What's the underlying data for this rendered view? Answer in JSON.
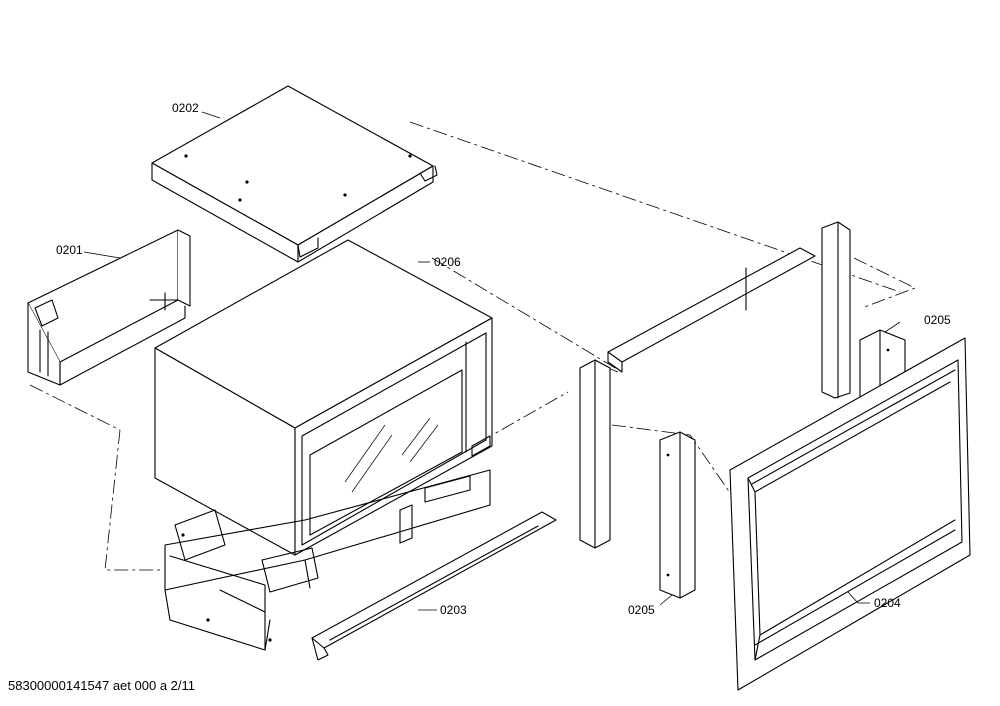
{
  "diagram": {
    "labels": {
      "p0201": "0201",
      "p0202": "0202",
      "p0203": "0203",
      "p0204": "0204",
      "p0205_top": "0205",
      "p0205_bottom": "0205",
      "p0206": "0206"
    },
    "footer": "58300000141547 aet 000 a 2/11"
  }
}
